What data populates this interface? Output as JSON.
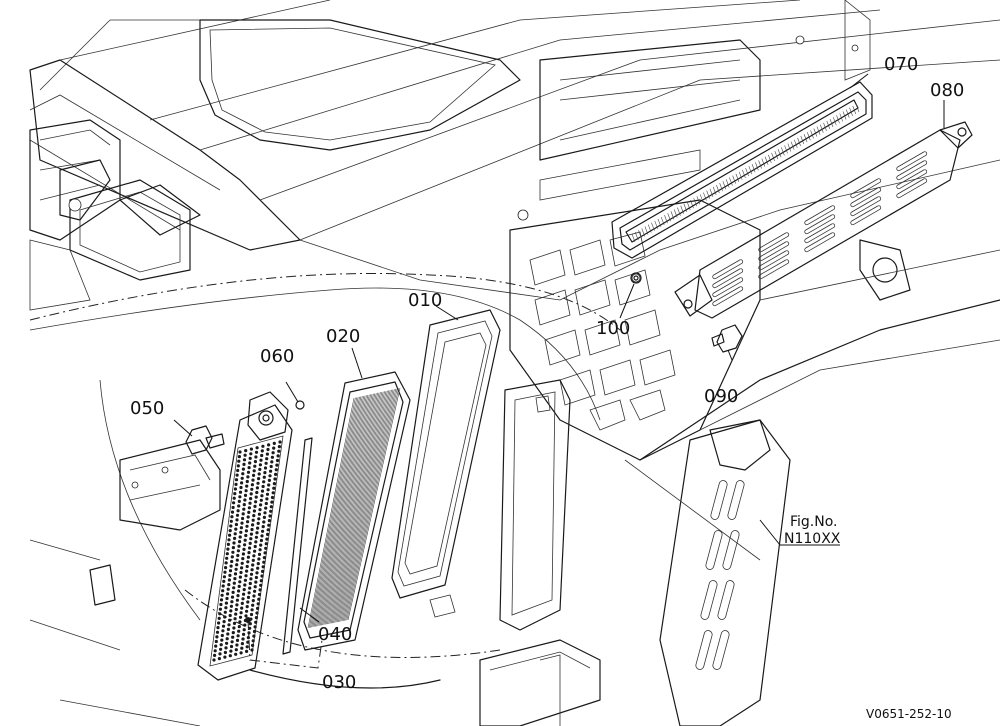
{
  "diagram": {
    "callouts": {
      "p010": "010",
      "p020": "020",
      "p030": "030",
      "p040": "040",
      "p050": "050",
      "p060": "060",
      "p070": "070",
      "p080": "080",
      "p090": "090",
      "p100": "100"
    },
    "figure_ref": {
      "label": "Fig.No.",
      "number": "N110XX"
    },
    "drawing_code": "V0651-252-10"
  }
}
